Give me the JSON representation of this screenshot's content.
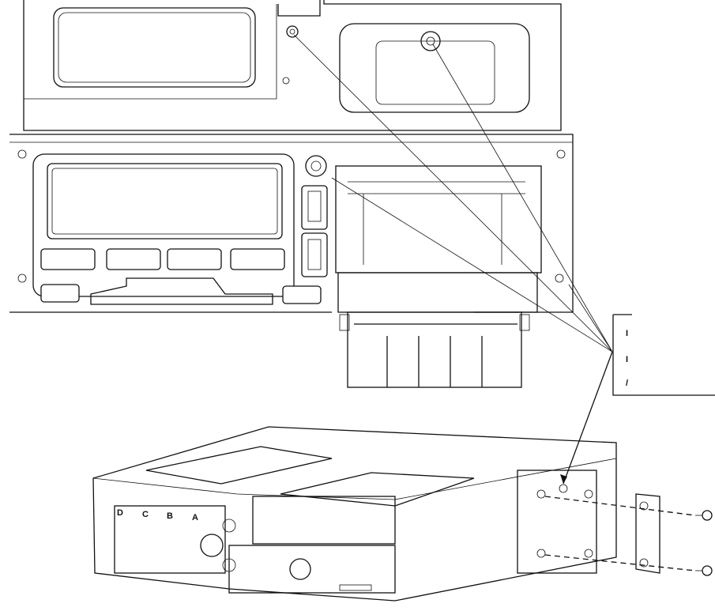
{
  "diagram": {
    "connector_labels": [
      "D",
      "C",
      "B",
      "A"
    ],
    "callout_text_fragments": [
      "I",
      "I",
      "/"
    ]
  }
}
